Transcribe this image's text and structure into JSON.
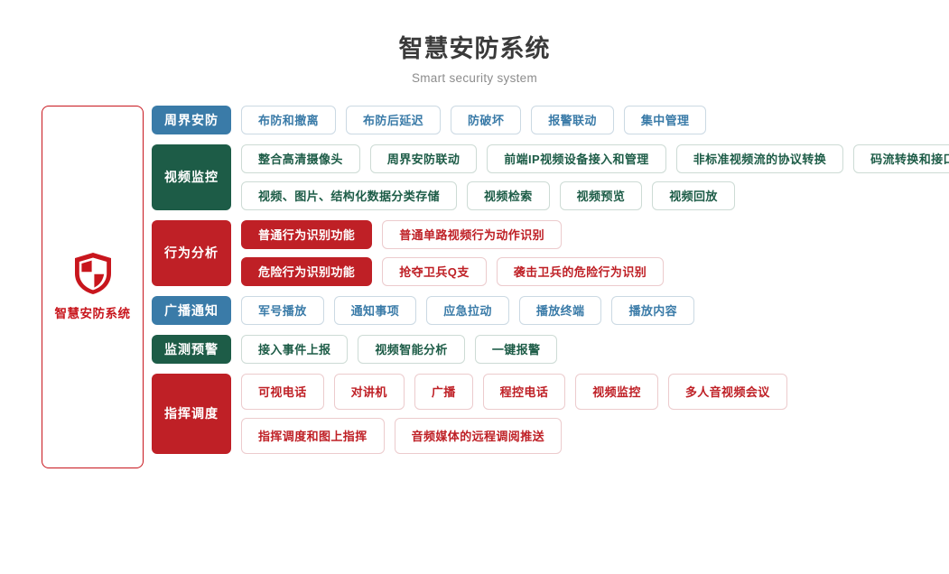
{
  "header": {
    "title": "智慧安防系统",
    "subtitle": "Smart security system"
  },
  "brand": {
    "icon": "shield-icon",
    "label": "智慧安防系统",
    "border_color": "#c8161d",
    "accent_color": "#c8161d"
  },
  "colors": {
    "blue": "#3a7ba8",
    "green": "#1d5c47",
    "red": "#bf2026",
    "title": "#3a3a3a",
    "subtitle": "#8c8c8c"
  },
  "rows": [
    {
      "label": "周界安防",
      "color": "blue",
      "lines": [
        [
          {
            "text": "布防和撤离",
            "filled": false
          },
          {
            "text": "布防后延迟",
            "filled": false
          },
          {
            "text": "防破坏",
            "filled": false
          },
          {
            "text": "报警联动",
            "filled": false
          },
          {
            "text": "集中管理",
            "filled": false
          }
        ]
      ]
    },
    {
      "label": "视频监控",
      "color": "green",
      "lines": [
        [
          {
            "text": "整合高清摄像头",
            "filled": false
          },
          {
            "text": "周界安防联动",
            "filled": false
          },
          {
            "text": "前端IP视频设备接入和管理",
            "filled": false
          },
          {
            "text": "非标准视频流的协议转换",
            "filled": false
          },
          {
            "text": "码流转换和接口转换",
            "filled": false
          }
        ],
        [
          {
            "text": "视频、图片、结构化数据分类存储",
            "filled": false
          },
          {
            "text": "视频检索",
            "filled": false
          },
          {
            "text": "视频预览",
            "filled": false
          },
          {
            "text": "视频回放",
            "filled": false
          }
        ]
      ]
    },
    {
      "label": "行为分析",
      "color": "red",
      "lines": [
        [
          {
            "text": "普通行为识别功能",
            "filled": true
          },
          {
            "text": "普通单路视频行为动作识别",
            "filled": false
          }
        ],
        [
          {
            "text": "危险行为识别功能",
            "filled": true
          },
          {
            "text": "抢夺卫兵Q支",
            "filled": false
          },
          {
            "text": "袭击卫兵的危险行为识别",
            "filled": false
          }
        ]
      ]
    },
    {
      "label": "广播通知",
      "color": "blue",
      "lines": [
        [
          {
            "text": "军号播放",
            "filled": false
          },
          {
            "text": "通知事项",
            "filled": false
          },
          {
            "text": "应急拉动",
            "filled": false
          },
          {
            "text": "播放终端",
            "filled": false
          },
          {
            "text": "播放内容",
            "filled": false
          }
        ]
      ]
    },
    {
      "label": "监测预警",
      "color": "green",
      "lines": [
        [
          {
            "text": "接入事件上报",
            "filled": false
          },
          {
            "text": "视频智能分析",
            "filled": false
          },
          {
            "text": "一键报警",
            "filled": false
          }
        ]
      ]
    },
    {
      "label": "指挥调度",
      "color": "red",
      "tall": true,
      "lines": [
        [
          {
            "text": "可视电话",
            "filled": false
          },
          {
            "text": "对讲机",
            "filled": false
          },
          {
            "text": "广播",
            "filled": false
          },
          {
            "text": "程控电话",
            "filled": false
          },
          {
            "text": "视频监控",
            "filled": false
          },
          {
            "text": "多人音视频会议",
            "filled": false
          }
        ],
        [
          {
            "text": "指挥调度和图上指挥",
            "filled": false
          },
          {
            "text": "音频媒体的远程调阅推送",
            "filled": false
          }
        ]
      ]
    }
  ]
}
